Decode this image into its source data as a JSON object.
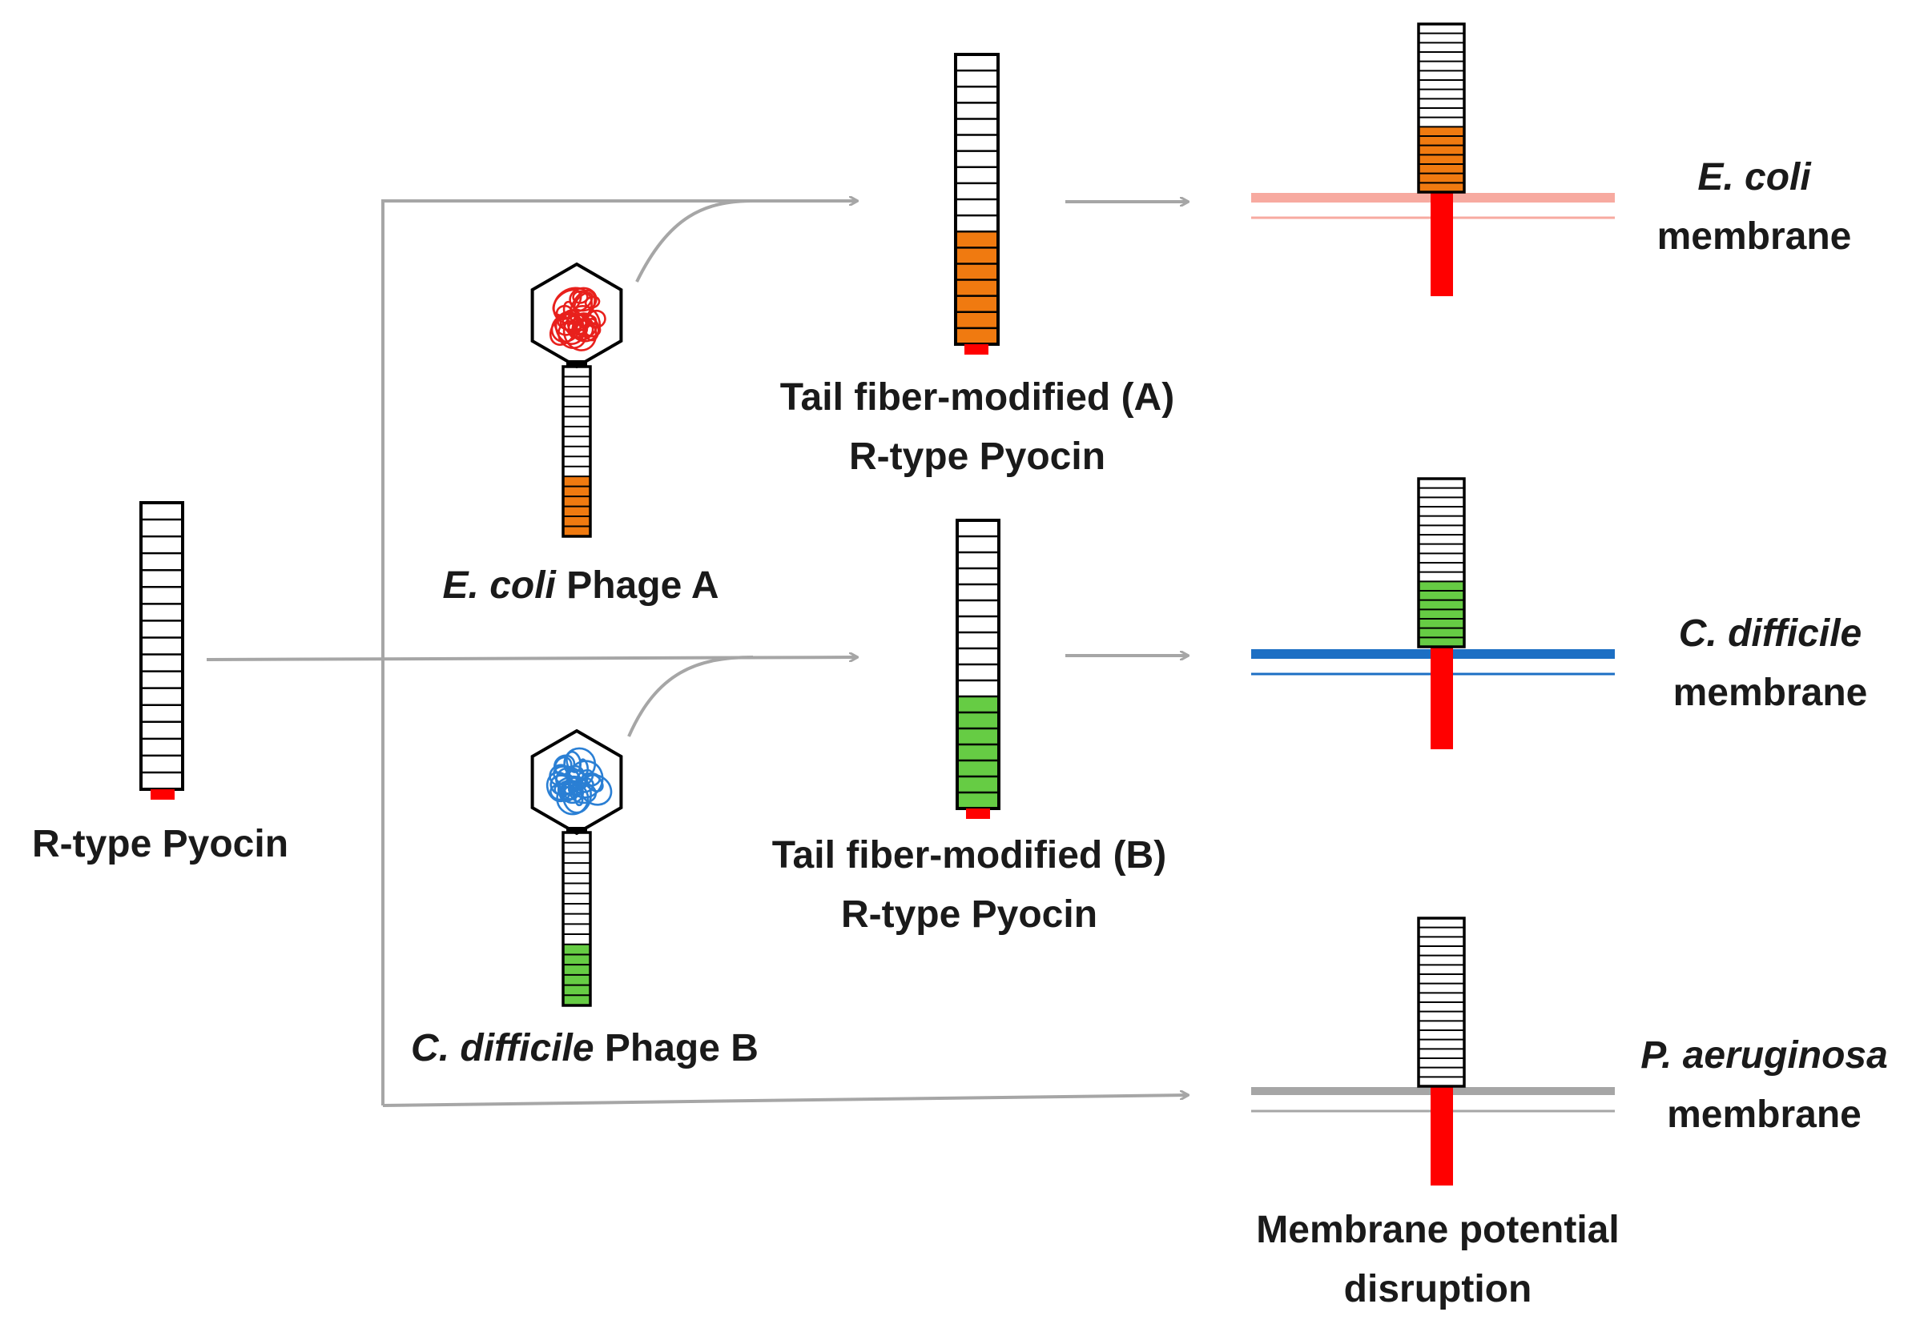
{
  "labels": {
    "source_pyocin": "R-type Pyocin",
    "phage_a": {
      "italic": "E. coli",
      "rest": " Phage A"
    },
    "phage_b": {
      "italic": "C. difficile",
      "rest": " Phage B"
    },
    "modified_a": {
      "line1": "Tail fiber-modified (A)",
      "line2": "R-type Pyocin"
    },
    "modified_b": {
      "line1": "Tail fiber-modified (B)",
      "line2": "R-type Pyocin"
    },
    "membrane_ecoli": {
      "line1": "E. coli",
      "line2": "membrane"
    },
    "membrane_cdiff": {
      "line1": "C. difficile",
      "line2": "membrane"
    },
    "membrane_paer": {
      "line1": "P. aeruginosa",
      "line2": "membrane"
    },
    "outcome": {
      "line1": "Membrane potential",
      "line2": "disruption"
    }
  },
  "colors": {
    "arrow": "#a6a6a6",
    "outline": "#000000",
    "tip": "#ff0000",
    "ecoli_fiber": "#f07a10",
    "cdiff_fiber": "#66cc44",
    "ecoli_membrane": "#f7aaa0",
    "ecoli_dna": "#e8201c",
    "cdiff_membrane": "#1c6fc4",
    "cdiff_dna": "#2a7fd4",
    "paer_membrane": "#a6a6a6",
    "capsid_fill": "#ffffff"
  },
  "icons": {
    "phage": "phage-icon",
    "pyocin": "pyocin-icon",
    "membrane": "membrane-icon",
    "arrow": "arrow-icon"
  }
}
